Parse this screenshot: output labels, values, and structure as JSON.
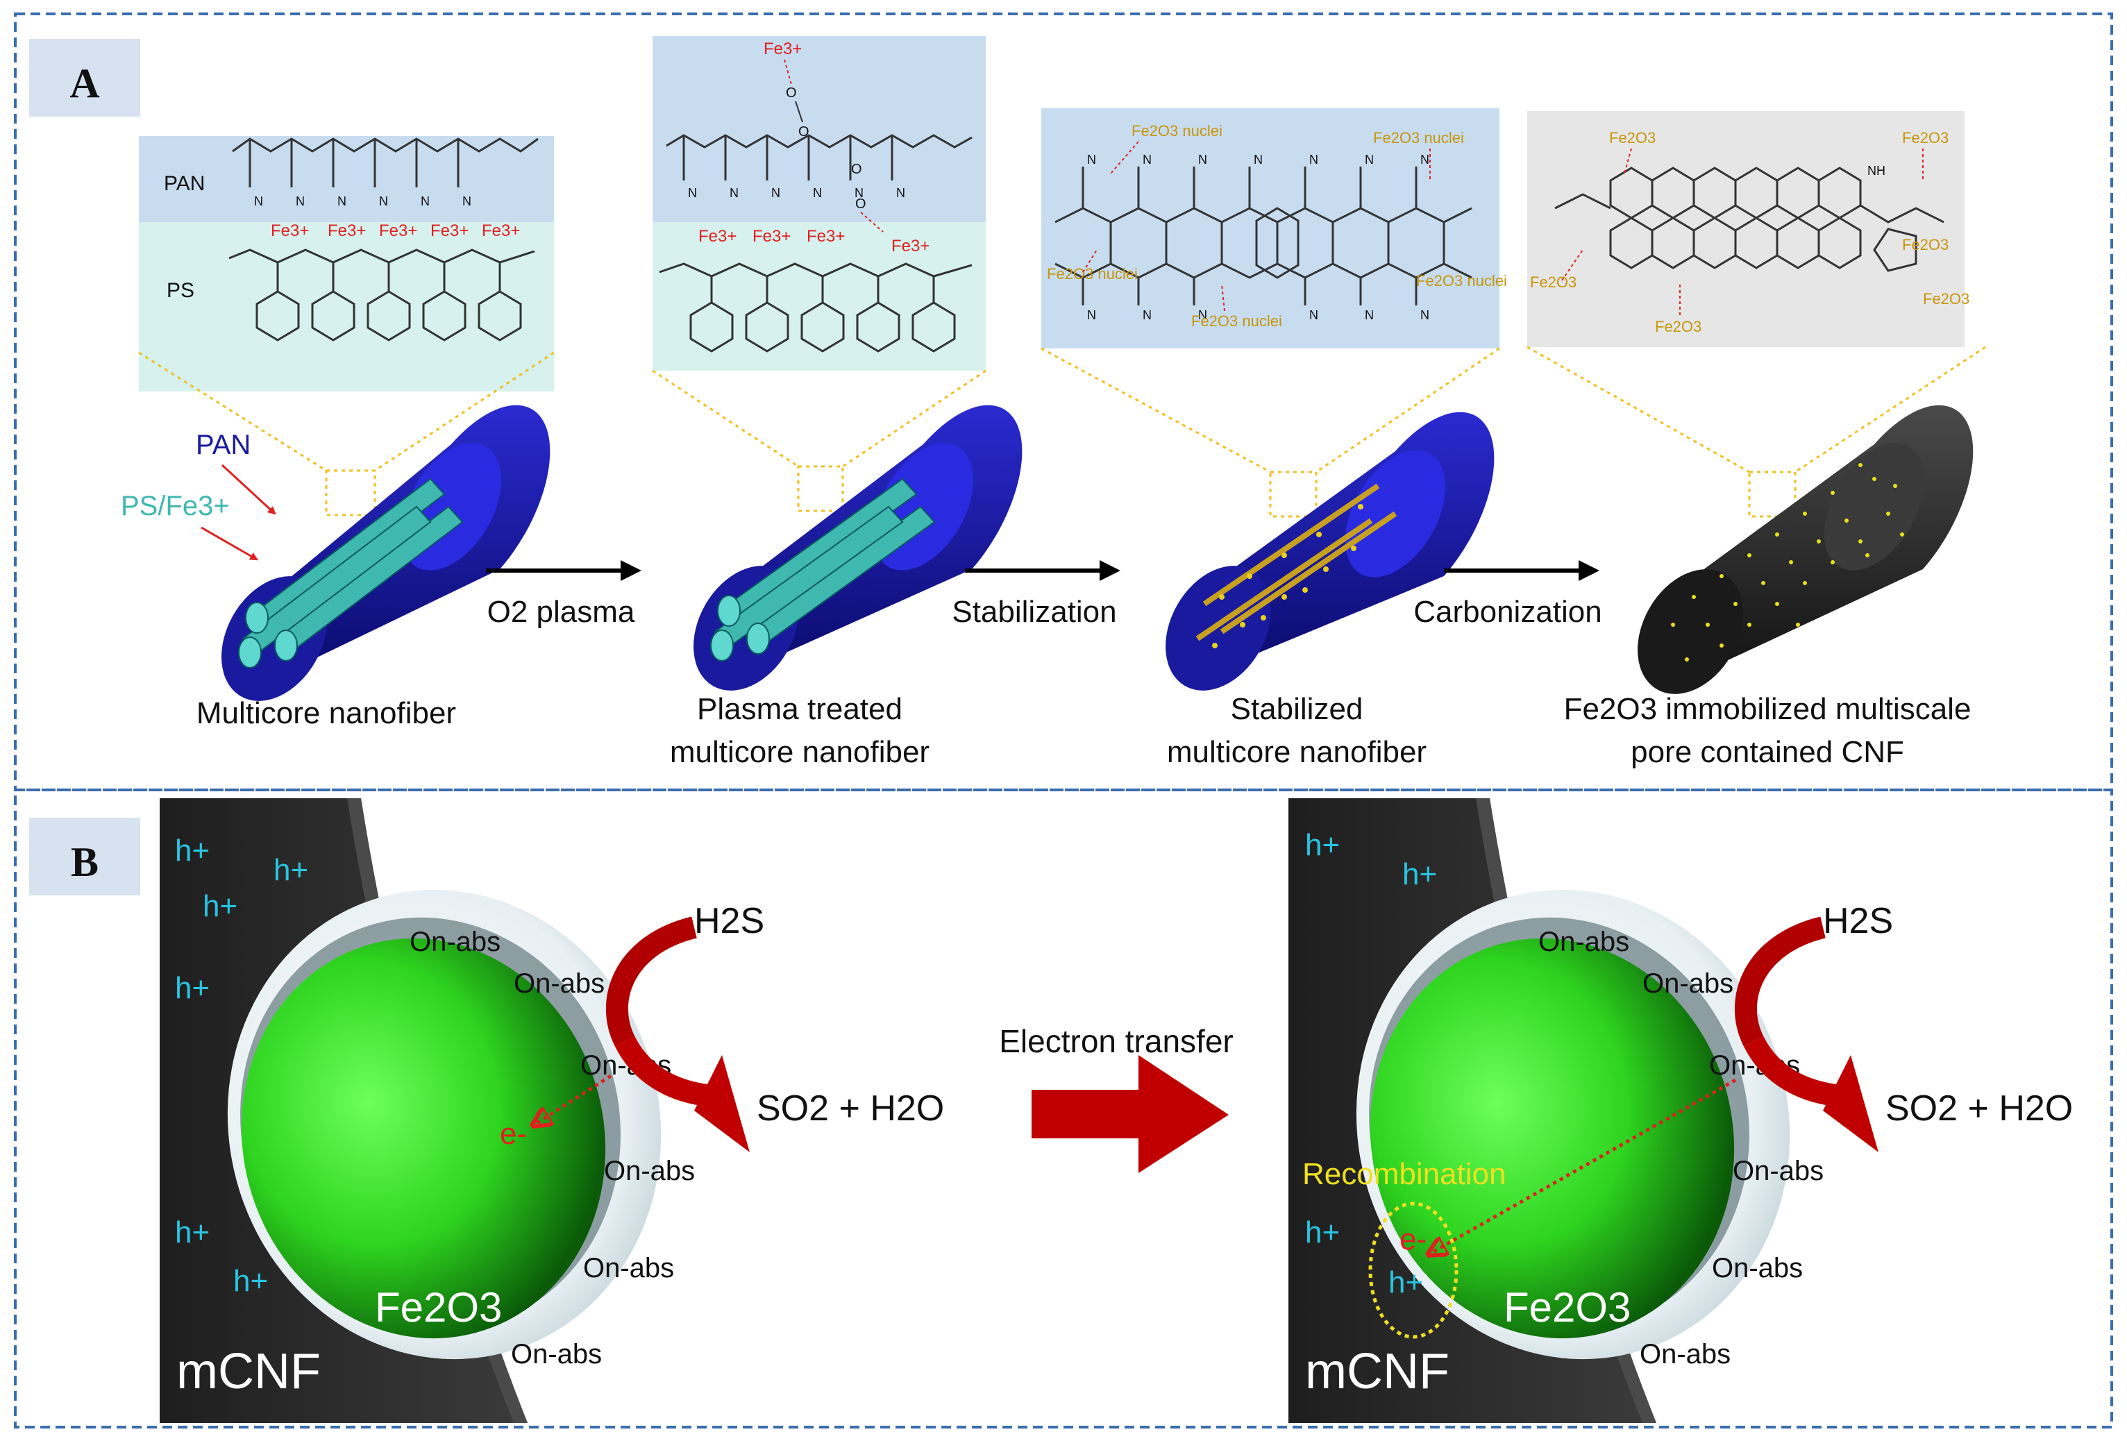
{
  "panel_a": {
    "letter": "A",
    "chem1": {
      "pan": "PAN",
      "ps": "PS",
      "fe_ions": [
        "Fe3+",
        "Fe3+",
        "Fe3+",
        "Fe3+",
        "Fe3+"
      ]
    },
    "chem2": {
      "fe_top": "Fe3+",
      "fe_bottom": "Fe3+",
      "fe_ions": [
        "Fe3+",
        "Fe3+",
        "Fe3+"
      ]
    },
    "chem3": {
      "labels": [
        "Fe2O3 nuclei",
        "Fe2O3 nuclei",
        "Fe2O3 nuclei",
        "Fe2O3 nuclei",
        "Fe2O3 nuclei"
      ]
    },
    "chem4": {
      "labels": [
        "Fe2O3",
        "Fe2O3",
        "Fe2O3",
        "Fe2O3",
        "Fe2O3",
        "Fe2O3"
      ],
      "nh": "NH"
    },
    "fiber1": {
      "pan": "PAN",
      "ps_fe": "PS/Fe3+"
    },
    "steps": [
      {
        "caption_lines": [
          "Multicore nanofiber"
        ]
      },
      {
        "caption_lines": [
          "Plasma treated",
          "multicore nanofiber"
        ]
      },
      {
        "caption_lines": [
          "Stabilized",
          "multicore nanofiber"
        ]
      },
      {
        "caption_lines": [
          "Fe2O3 immobilized multiscale",
          "pore contained CNF"
        ]
      }
    ],
    "arrows": [
      "O2 plasma",
      "Stabilization",
      "Carbonization"
    ]
  },
  "panel_b": {
    "letter": "B",
    "transfer_label": "Electron transfer",
    "left": {
      "holes": [
        "h+",
        "h+",
        "h+",
        "h+",
        "h+",
        "h+"
      ],
      "o_labels": [
        "On-abs",
        "On-abs",
        "On-abs",
        "On-abs",
        "On-abs",
        "On-abs"
      ],
      "electron": "e-",
      "particle": "Fe2O3",
      "support": "mCNF",
      "reactant": "H2S",
      "product": "SO2 + H2O"
    },
    "right": {
      "holes": [
        "h+",
        "h+",
        "h+"
      ],
      "o_labels": [
        "On-abs",
        "On-abs",
        "On-abs",
        "On-abs",
        "On-abs",
        "On-abs"
      ],
      "recombination": "Recombination",
      "electron": "e-",
      "hole_in_loop": "h+",
      "particle": "Fe2O3",
      "support": "mCNF",
      "reactant": "H2S",
      "product": "SO2 + H2O"
    }
  },
  "colors": {
    "border": "#3a6db0",
    "fiber_blue": "#1a1a9e",
    "core_teal": "#3fb8b0",
    "fe_red": "#e02020",
    "nuclei_gold": "#c8960a",
    "particle_green": "#3fe030",
    "arrow_red": "#c00000",
    "hole_cyan": "#29c4e0",
    "recomb_yellow": "#f0e020"
  }
}
